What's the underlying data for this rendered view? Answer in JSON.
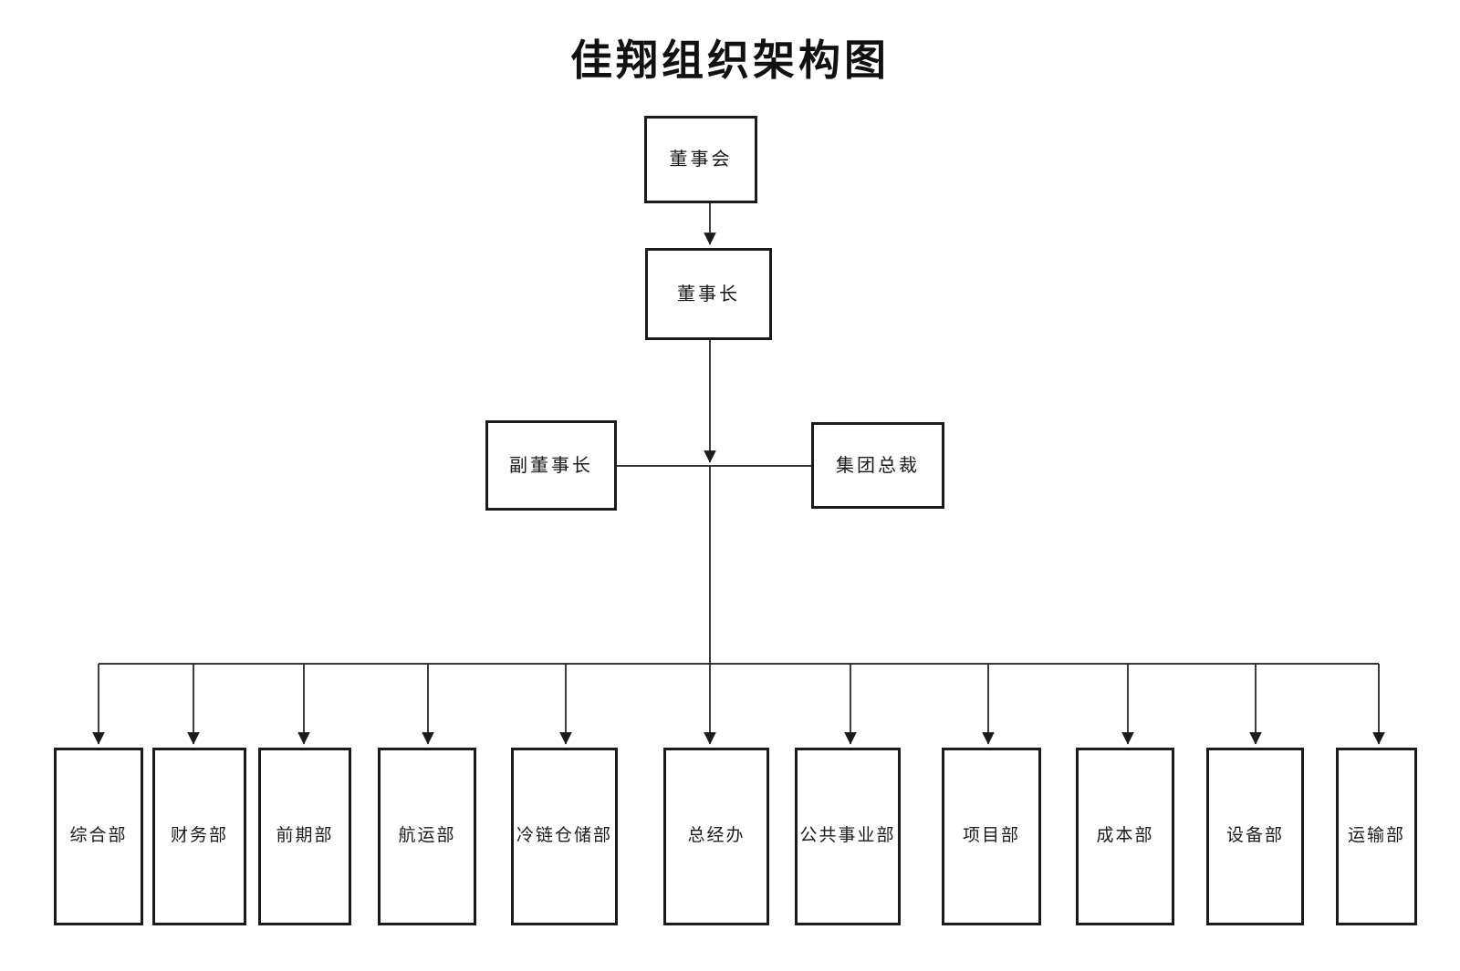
{
  "title": "佳翔组织架构图",
  "hierarchy": {
    "board": {
      "label": "董事会"
    },
    "chairman": {
      "label": "董事长"
    },
    "vice_chairman": {
      "label": "副董事长"
    },
    "group_president": {
      "label": "集团总裁"
    }
  },
  "departments": [
    {
      "label": "综合部"
    },
    {
      "label": "财务部"
    },
    {
      "label": "前期部"
    },
    {
      "label": "航运部"
    },
    {
      "label": "冷链仓储部"
    },
    {
      "label": "总经办"
    },
    {
      "label": "公共事业部"
    },
    {
      "label": "项目部"
    },
    {
      "label": "成本部"
    },
    {
      "label": "设备部"
    },
    {
      "label": "运输部"
    }
  ],
  "colors": {
    "background": "#ffffff",
    "line": "#1b1b1b",
    "box_border": "#1b1b1b",
    "text": "#1a1a1a"
  }
}
